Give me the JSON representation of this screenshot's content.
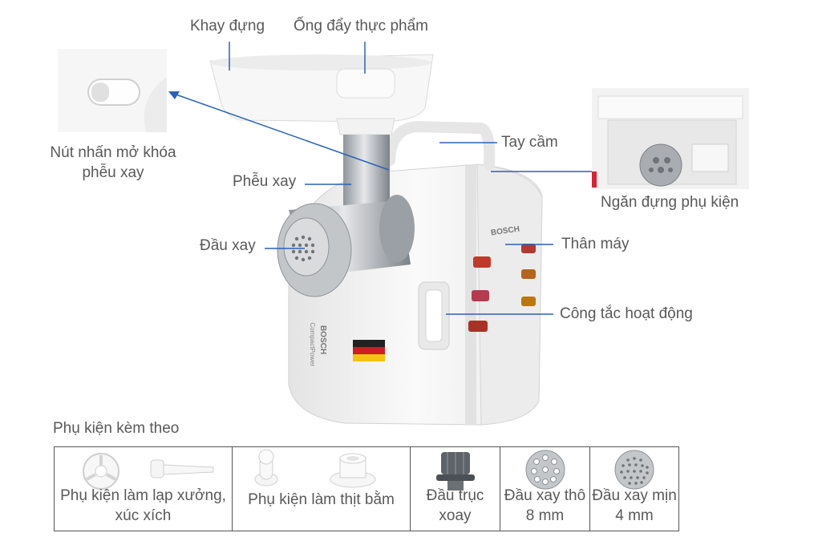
{
  "callouts": {
    "tray": "Khay đựng",
    "pusher": "Ống đẩy thực phẩm",
    "unlock_button_line1": "Nút nhấn mở khóa",
    "unlock_button_line2": "phễu xay",
    "handle": "Tay cầm",
    "storage_line": "Ngăn đựng phụ kiện",
    "funnel": "Phễu xay",
    "grinder_head": "Đầu xay",
    "body": "Thân máy",
    "switch": "Công tắc hoạt động"
  },
  "product": {
    "brand": "BOSCH",
    "model_line": "CompactPower"
  },
  "accessories": {
    "title": "Phụ kiện kèm theo",
    "items": [
      {
        "line1": "Phụ kiện làm lạp xưởng,",
        "line2": "xúc xích"
      },
      {
        "line1": "Phụ kiện làm thịt bằm",
        "line2": ""
      },
      {
        "line1": "Đầu trục",
        "line2": "xoay"
      },
      {
        "line1": "Đầu xay thô",
        "line2": "8 mm"
      },
      {
        "line1": "Đầu xay mịn",
        "line2": "4 mm"
      }
    ]
  },
  "colors": {
    "callout_line": "#2a62b8",
    "text": "#595959",
    "appliance_white": "#f3f3f3",
    "steel": "#b8bcc0"
  }
}
